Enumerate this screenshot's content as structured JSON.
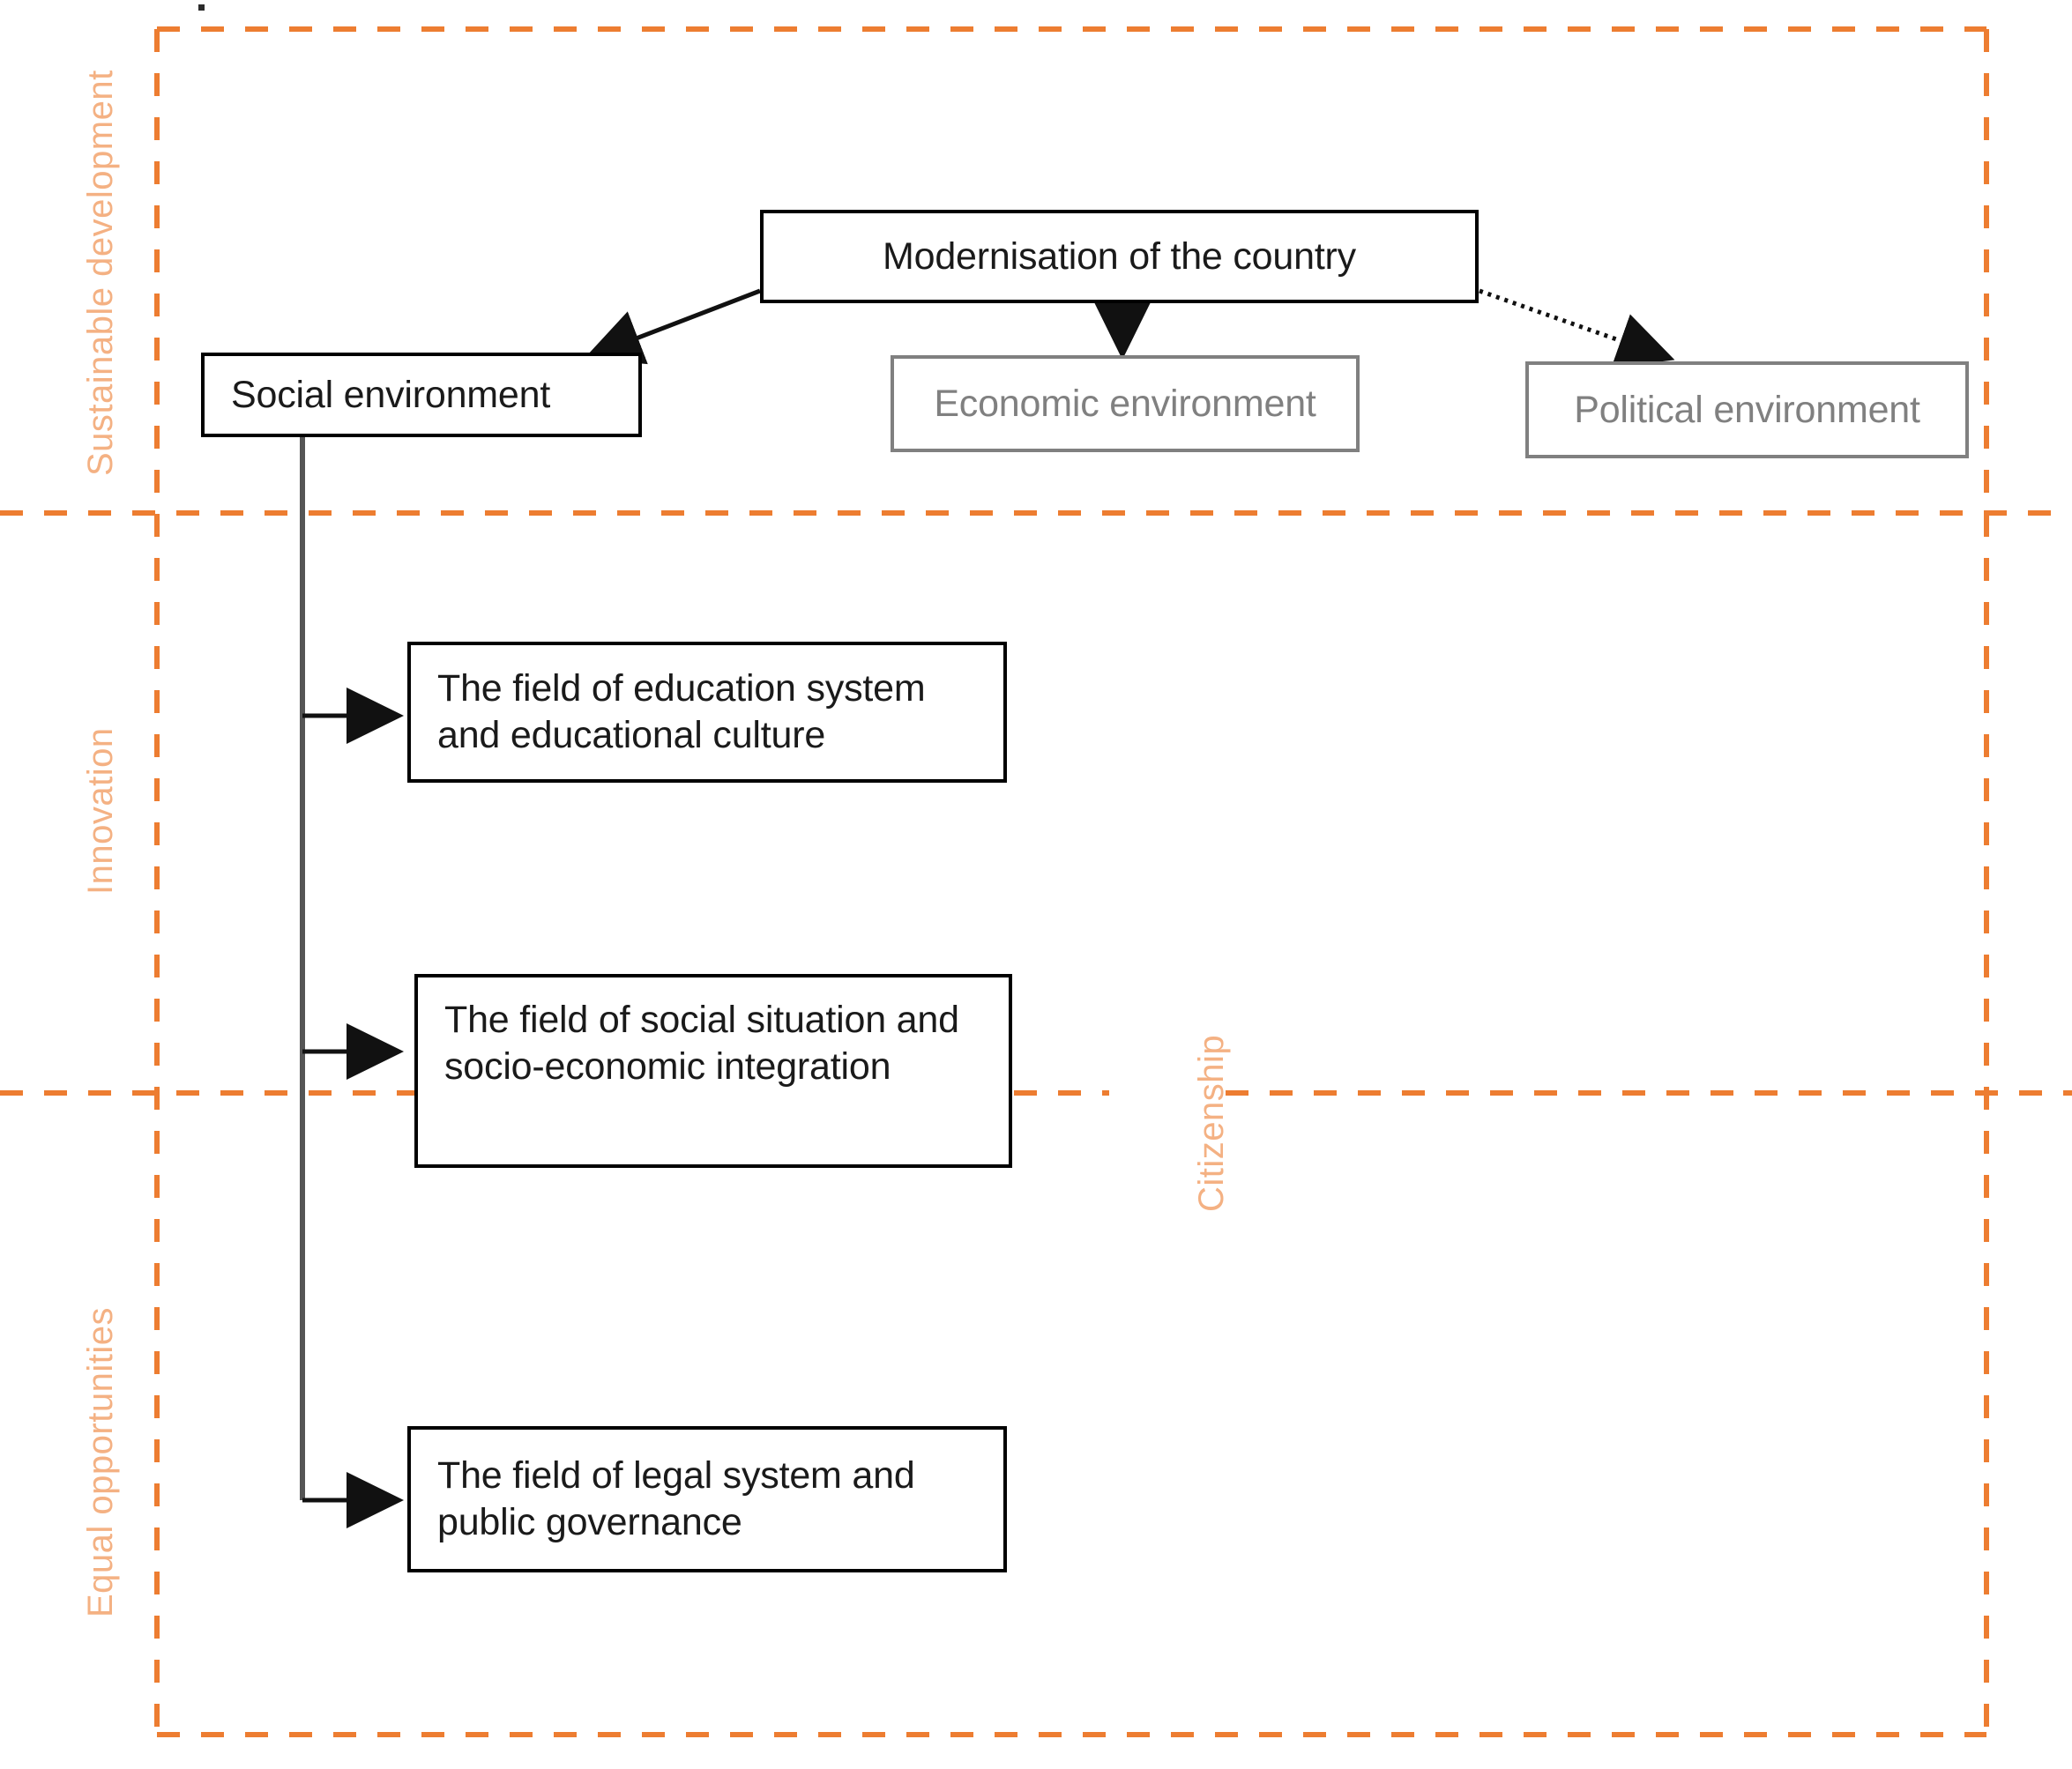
{
  "diagram": {
    "title": "Modernisation of the country framework",
    "accent_color": "#ED7D31",
    "accent_label_color": "#F4B183",
    "muted_color": "#808080",
    "strong_color": "#000000"
  },
  "nodes": {
    "modernisation": {
      "label": "Modernisation of the country",
      "style": "strong"
    },
    "social_environment": {
      "label": "Social environment",
      "style": "strong"
    },
    "economic_environment": {
      "label": "Economic environment",
      "style": "muted"
    },
    "political_environment": {
      "label": "Political environment",
      "style": "muted"
    },
    "field_education": {
      "label": "The field of education system\nand educational culture",
      "style": "strong"
    },
    "field_social": {
      "label": "The field of social situation and\nsocio-economic integration",
      "style": "strong"
    },
    "field_legal": {
      "label": "The field of legal system and\npublic governance",
      "style": "strong"
    }
  },
  "zone_labels": [
    {
      "id": "sustainable-development",
      "text": "Sustainable development"
    },
    {
      "id": "innovation",
      "text": "Innovation"
    },
    {
      "id": "equal-opportunities",
      "text": "Equal opportunities"
    },
    {
      "id": "citizenship",
      "text": "Citizenship"
    }
  ],
  "edges": [
    {
      "from": "modernisation",
      "to": "social_environment",
      "style": "solid-arrow"
    },
    {
      "from": "modernisation",
      "to": "economic_environment",
      "style": "solid-arrow"
    },
    {
      "from": "modernisation",
      "to": "political_environment",
      "style": "dotted-arrow"
    },
    {
      "from": "social_environment",
      "to": "field_education",
      "style": "solid-arrow"
    },
    {
      "from": "social_environment",
      "to": "field_social",
      "style": "solid-arrow"
    },
    {
      "from": "social_environment",
      "to": "field_legal",
      "style": "solid-arrow"
    }
  ]
}
